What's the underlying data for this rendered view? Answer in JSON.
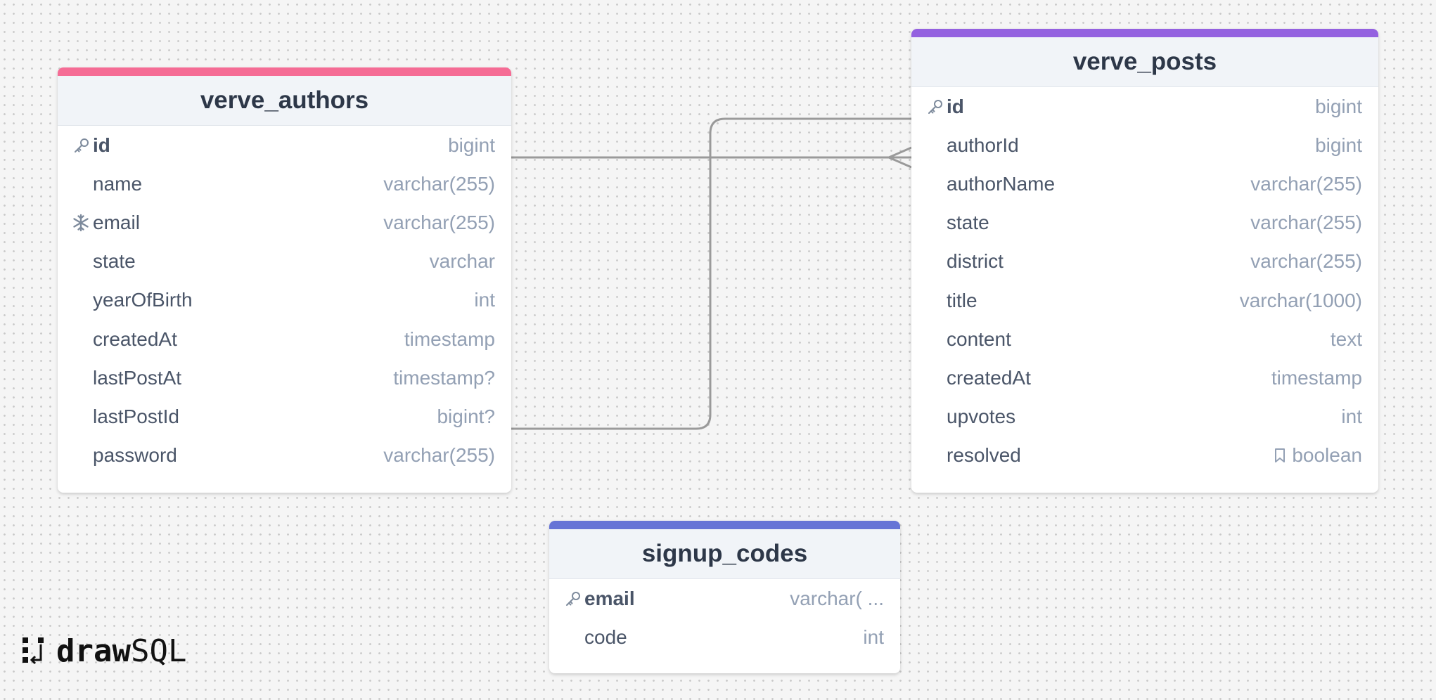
{
  "tables": {
    "authors": {
      "name": "verve_authors",
      "accent": "#f56c95",
      "columns": [
        {
          "name": "id",
          "type": "bigint",
          "icon": "key-icon"
        },
        {
          "name": "name",
          "type": "varchar(255)",
          "icon": ""
        },
        {
          "name": "email",
          "type": "varchar(255)",
          "icon": "snowflake-icon"
        },
        {
          "name": "state",
          "type": "varchar",
          "icon": ""
        },
        {
          "name": "yearOfBirth",
          "type": "int",
          "icon": ""
        },
        {
          "name": "createdAt",
          "type": "timestamp",
          "icon": ""
        },
        {
          "name": "lastPostAt",
          "type": "timestamp?",
          "icon": ""
        },
        {
          "name": "lastPostId",
          "type": "bigint?",
          "icon": ""
        },
        {
          "name": "password",
          "type": "varchar(255)",
          "icon": ""
        }
      ]
    },
    "posts": {
      "name": "verve_posts",
      "accent": "#9461e0",
      "columns": [
        {
          "name": "id",
          "type": "bigint",
          "icon": "key-icon"
        },
        {
          "name": "authorId",
          "type": "bigint",
          "icon": ""
        },
        {
          "name": "authorName",
          "type": "varchar(255)",
          "icon": ""
        },
        {
          "name": "state",
          "type": "varchar(255)",
          "icon": ""
        },
        {
          "name": "district",
          "type": "varchar(255)",
          "icon": ""
        },
        {
          "name": "title",
          "type": "varchar(1000)",
          "icon": ""
        },
        {
          "name": "content",
          "type": "text",
          "icon": ""
        },
        {
          "name": "createdAt",
          "type": "timestamp",
          "icon": ""
        },
        {
          "name": "upvotes",
          "type": "int",
          "icon": ""
        },
        {
          "name": "resolved",
          "type": "boolean",
          "icon": "bookmark-icon"
        }
      ]
    },
    "signup": {
      "name": "signup_codes",
      "accent": "#6674d6",
      "columns": [
        {
          "name": "email",
          "type": "varchar( ...",
          "icon": "key-icon"
        },
        {
          "name": "code",
          "type": "int",
          "icon": ""
        }
      ]
    }
  },
  "logo": {
    "bold": "draw",
    "regular": "SQL"
  },
  "colors": {
    "connector": "#9a9a9a",
    "icon": "#7d8a9c"
  }
}
